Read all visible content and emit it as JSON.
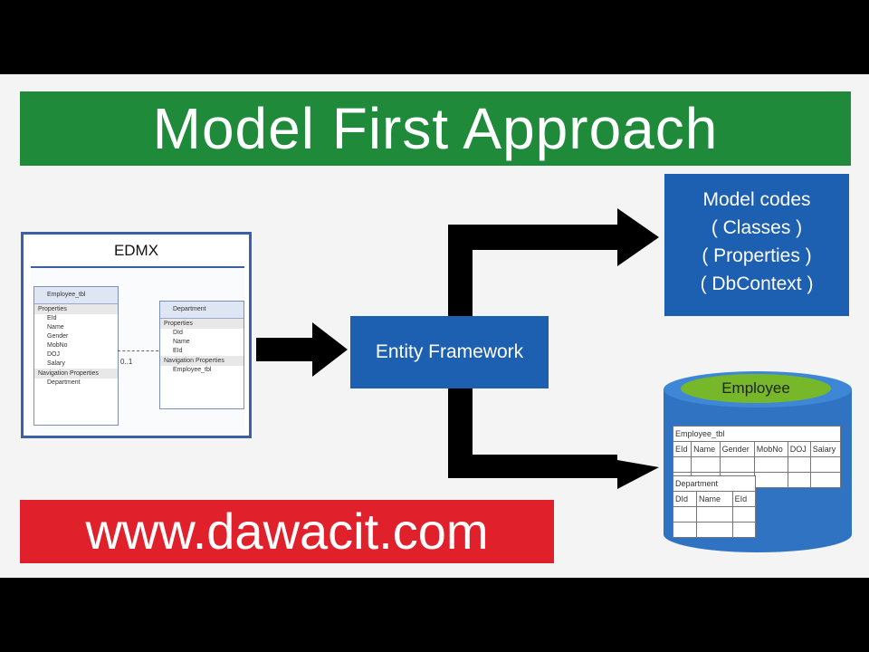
{
  "title": "Model First Approach",
  "url": "www.dawacit.com",
  "edmx": {
    "label": "EDMX",
    "employee_entity": {
      "name": "Employee_tbl",
      "properties_header": "Properties",
      "properties": [
        "EId",
        "Name",
        "Gender",
        "MobNo",
        "DOJ",
        "Salary"
      ],
      "nav_header": "Navigation Properties",
      "nav_items": [
        "Department"
      ]
    },
    "department_entity": {
      "name": "Department",
      "properties_header": "Properties",
      "properties": [
        "DId",
        "Name",
        "EId"
      ],
      "nav_header": "Navigation Properties",
      "nav_items": [
        "Employee_tbl"
      ]
    },
    "relation_label": "0..1"
  },
  "entity_framework": "Entity Framework",
  "model_codes": [
    "Model codes",
    "( Classes )",
    "( Properties )",
    "( DbContext )"
  ],
  "database": {
    "label": "Employee",
    "employee_table": {
      "name": "Employee_tbl",
      "columns": [
        "EId",
        "Name",
        "Gender",
        "MobNo",
        "DOJ",
        "Salary"
      ]
    },
    "department_table": {
      "name": "Department",
      "columns": [
        "DId",
        "Name",
        "EId"
      ]
    }
  },
  "colors": {
    "title_bg": "#1e8a3a",
    "url_bg": "#e0212b",
    "box_blue": "#1d5fb0",
    "db_green": "#76b82a"
  }
}
